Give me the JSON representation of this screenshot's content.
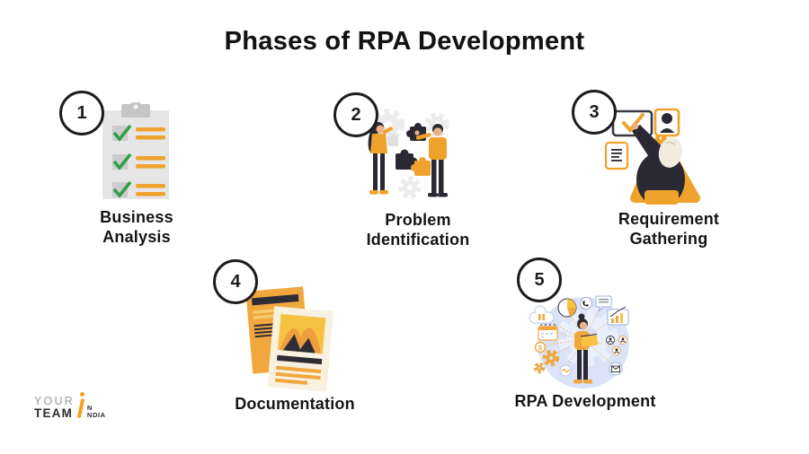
{
  "title": "Phases of RPA Development",
  "phases": [
    {
      "number": "1",
      "label": "Business\nAnalysis",
      "icon": "clipboard-checklist"
    },
    {
      "number": "2",
      "label": "Problem\nIdentification",
      "icon": "team-solving-puzzle"
    },
    {
      "number": "3",
      "label": "Requirement\nGathering",
      "icon": "analyst-with-checklist-cards"
    },
    {
      "number": "4",
      "label": "Documentation",
      "icon": "stacked-documents"
    },
    {
      "number": "5",
      "label": "RPA Development",
      "icon": "developer-with-automation-tools"
    }
  ],
  "logo": {
    "word_top": "YOUR",
    "word_bottom": "TEAM",
    "i_mark": "i",
    "suffix_top": "N",
    "suffix_bottom": "NDIA"
  },
  "colors": {
    "accent_orange": "#F0A32C",
    "dark_ink": "#2A2933",
    "check_green": "#2F9E48",
    "panel_gray": "#E5E5E5",
    "soft_blue": "#DBE3F8",
    "text": "#151515"
  }
}
